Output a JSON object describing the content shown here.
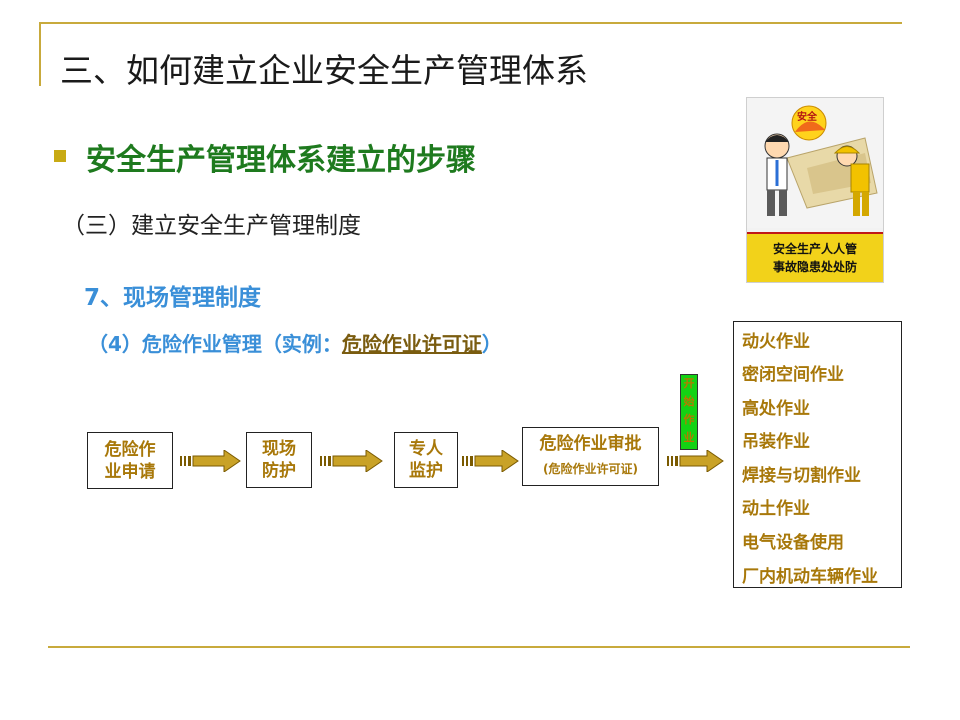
{
  "slide": {
    "title": "三、如何建立企业安全生产管理体系",
    "heading": "安全生产管理体系建立的步骤",
    "section": "（三）建立安全生产管理制度",
    "subsection": "7、现场管理制度",
    "item_prefix": "（4）危险作业管理（实例：",
    "item_link": "危险作业许可证",
    "item_suffix": "）"
  },
  "poster": {
    "badge": "安全",
    "line1": "安全生产人人管",
    "line2": "事故隐患处处防"
  },
  "flow": {
    "steps": [
      {
        "line1": "危险作",
        "line2": "业申请"
      },
      {
        "line1": "现场",
        "line2": "防护"
      },
      {
        "line1": "专人",
        "line2": "监护"
      },
      {
        "line1": "危险作业审批",
        "line2": "(危险作业许可证)"
      }
    ],
    "start_label": [
      "开",
      "始",
      "作",
      "业"
    ]
  },
  "operations": [
    "动火作业",
    "密闭空间作业",
    "高处作业",
    "吊装作业",
    "焊接与切割作业",
    "动土作业",
    "电气设备使用",
    "厂内机动车辆作业"
  ],
  "colors": {
    "accent_gold": "#c8aa3c",
    "heading_green": "#1e7a1e",
    "sub_blue": "#3a8fd8",
    "step_text": "#a8780a",
    "start_green": "#13d213"
  }
}
